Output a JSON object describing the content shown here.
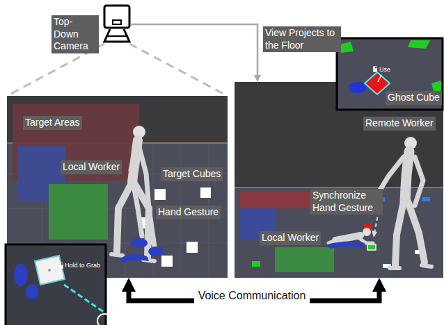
{
  "diagram": {
    "nodes": [
      {
        "text": [
          "Top-Down Camera"
        ]
      },
      {
        "text": [
          "Target Areas",
          "Local Worker",
          "Target Cubes",
          "Hand Gesture"
        ]
      },
      {
        "text": [
          "Hold to Grab"
        ],
        "in": 1
      },
      {
        "text": [
          "Remote Worker",
          "Synchronize Hand Gesture",
          "Local Worker"
        ]
      },
      {
        "text": [
          "Use",
          "Ghost Cube"
        ],
        "in": 3
      }
    ],
    "edges": [
      {
        "from": 0,
        "to": 3,
        "arrow": "to",
        "label": "View Projects to the Floor"
      },
      {
        "from": 1,
        "to": 3,
        "arrow": "both",
        "label": "Voice Communication"
      }
    ]
  }
}
